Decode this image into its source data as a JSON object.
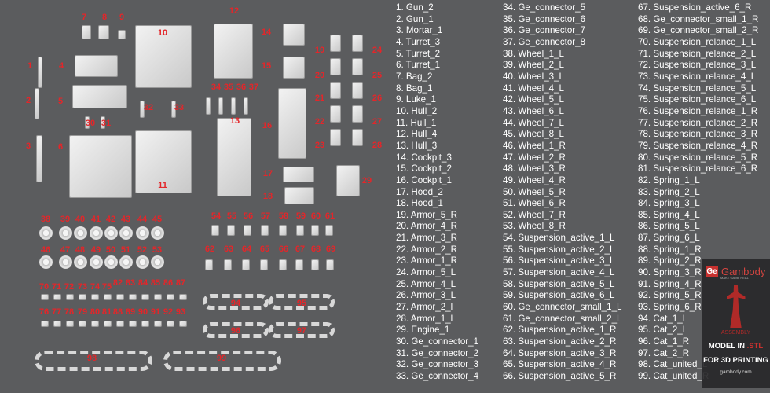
{
  "diagram_labels": [
    "1",
    "2",
    "3",
    "4",
    "5",
    "6",
    "7",
    "8",
    "9",
    "10",
    "11",
    "12",
    "13",
    "14",
    "15",
    "16",
    "17",
    "18",
    "19",
    "20",
    "21",
    "22",
    "23",
    "24",
    "25",
    "26",
    "27",
    "28",
    "29",
    "30",
    "31",
    "32",
    "33",
    "34",
    "35",
    "36",
    "37",
    "38",
    "39",
    "40",
    "41",
    "42",
    "43",
    "44",
    "45",
    "46",
    "47",
    "48",
    "49",
    "50",
    "51",
    "52",
    "53",
    "54",
    "55",
    "56",
    "57",
    "58",
    "59",
    "60",
    "61",
    "62",
    "63",
    "64",
    "65",
    "66",
    "67",
    "68",
    "69",
    "70",
    "71",
    "72",
    "73",
    "74",
    "75",
    "76",
    "77",
    "78",
    "79",
    "80",
    "81",
    "82",
    "83",
    "84",
    "85",
    "86",
    "87",
    "88",
    "89",
    "90",
    "91",
    "92",
    "93",
    "94",
    "95",
    "96",
    "97",
    "98",
    "99"
  ],
  "parts_list": [
    [
      "1. Gun_2",
      "2. Gun_1",
      "3. Mortar_1",
      "4. Turret_3",
      "5. Turret_2",
      "6. Turret_1",
      "7. Bag_2",
      "8. Bag_1",
      "9. Luke_1",
      "10. Hull_2",
      "11. Hull_1",
      "12. Hull_4",
      "13. Hull_3",
      "14. Cockpit_3",
      "15. Cockpit_2",
      "16. Cockpit_1",
      "17. Hood_2",
      "18. Hood_1",
      "19. Armor_5_R",
      "20. Armor_4_R",
      "21. Armor_3_R",
      "22. Armor_2_R",
      "23. Armor_1_R",
      "24. Armor_5_L",
      "25. Armor_4_L",
      "26. Armor_3_L",
      "27. Armor_2_l",
      "28. Armor_1_l",
      "29. Engine_1",
      "30. Ge_connector_1",
      "31. Ge_connector_2",
      "32. Ge_connector_3",
      "33. Ge_connector_4"
    ],
    [
      "34. Ge_connector_5",
      "35. Ge_connector_6",
      "36. Ge_connector_7",
      "37. Ge_connector_8",
      "38. Wheel_1_L",
      "39. Wheel_2_L",
      "40. Wheel_3_L",
      "41. Wheel_4_L",
      "42. Wheel_5_L",
      "43. Wheel_6_L",
      "44. Wheel_7_L",
      "45. Wheel_8_L",
      "46. Wheel_1_R",
      "47. Wheel_2_R",
      "48. Wheel_3_R",
      "49. Wheel_4_R",
      "50. Wheel_5_R",
      "51. Wheel_6_R",
      "52. Wheel_7_R",
      "53. Wheel_8_R",
      "54. Suspension_active_1_L",
      "55. Suspension_active_2_L",
      "56. Suspension_active_3_L",
      "57. Suspension_active_4_L",
      "58. Suspension_active_5_L",
      "59. Suspension_active_6_L",
      "60. Ge_connector_small_1_L",
      "61. Ge_connector_small_2_L",
      "62. Suspension_active_1_R",
      "63. Suspension_active_2_R",
      "64. Suspension_active_3_R",
      "65. Suspension_active_4_R",
      "66. Suspension_active_5_R"
    ],
    [
      "67. Suspension_active_6_R",
      "68. Ge_connector_small_1_R",
      "69. Ge_connector_small_2_R",
      "70. Suspension_relance_1_L",
      "71. Suspension_relance_2_L",
      "72. Suspension_relance_3_L",
      "73. Suspension_relance_4_L",
      "74. Suspension_relance_5_L",
      "75. Suspension_relance_6_L",
      "76. Suspension_relance_1_R",
      "77. Suspension_relance_2_R",
      "78. Suspension_relance_3_R",
      "79. Suspension_relance_4_R",
      "80. Suspension_relance_5_R",
      "81. Suspension_relance_6_R",
      "82. Spring_1_L",
      "83. Spring_2_L",
      "84. Spring_3_L",
      "85. Spring_4_L",
      "86. Spring_5_L",
      "87. Spring_6_L",
      "88. Spring_1_R",
      "89. Spring_2_R",
      "90. Spring_3_R",
      "91. Spring_4_R",
      "92. Spring_5_R",
      "93. Spring_6_R",
      "94. Cat_1_L",
      "95. Cat_2_L",
      "96. Cat_1_R",
      "97. Cat_2_R",
      "98. Cat_united_L",
      "99. Cat_united_R"
    ]
  ],
  "watermark": {
    "logo_mark": "Ge",
    "brand": "Gambody",
    "tagline": "MAKE GAME REAL",
    "assembly": "ASSEMBLY",
    "model_in": "MODEL IN",
    "format": ".STL",
    "printing": "FOR 3D PRINTING",
    "url": "gambody.com"
  },
  "colors": {
    "background": "#5b5c5e",
    "label": "#e3262a",
    "brand": "#c8312f"
  }
}
